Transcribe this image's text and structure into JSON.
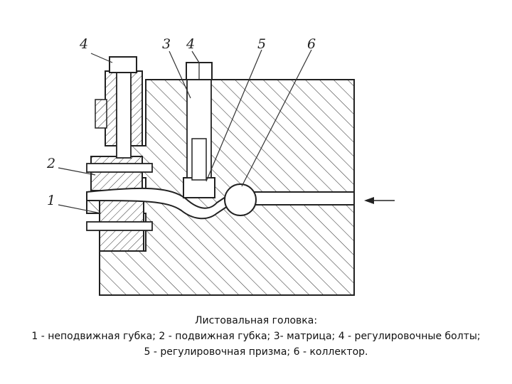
{
  "diagram": {
    "callouts": [
      "4",
      "3",
      "4",
      "5",
      "6",
      "2",
      "1"
    ]
  },
  "caption": {
    "title": "Листовальная головка:",
    "line1": "1 - неподвижная губка; 2 - подвижная губка; 3- матрица; 4 - регулировочные болты;",
    "line2": "5 - регулировочная призма; 6 - коллектор."
  }
}
